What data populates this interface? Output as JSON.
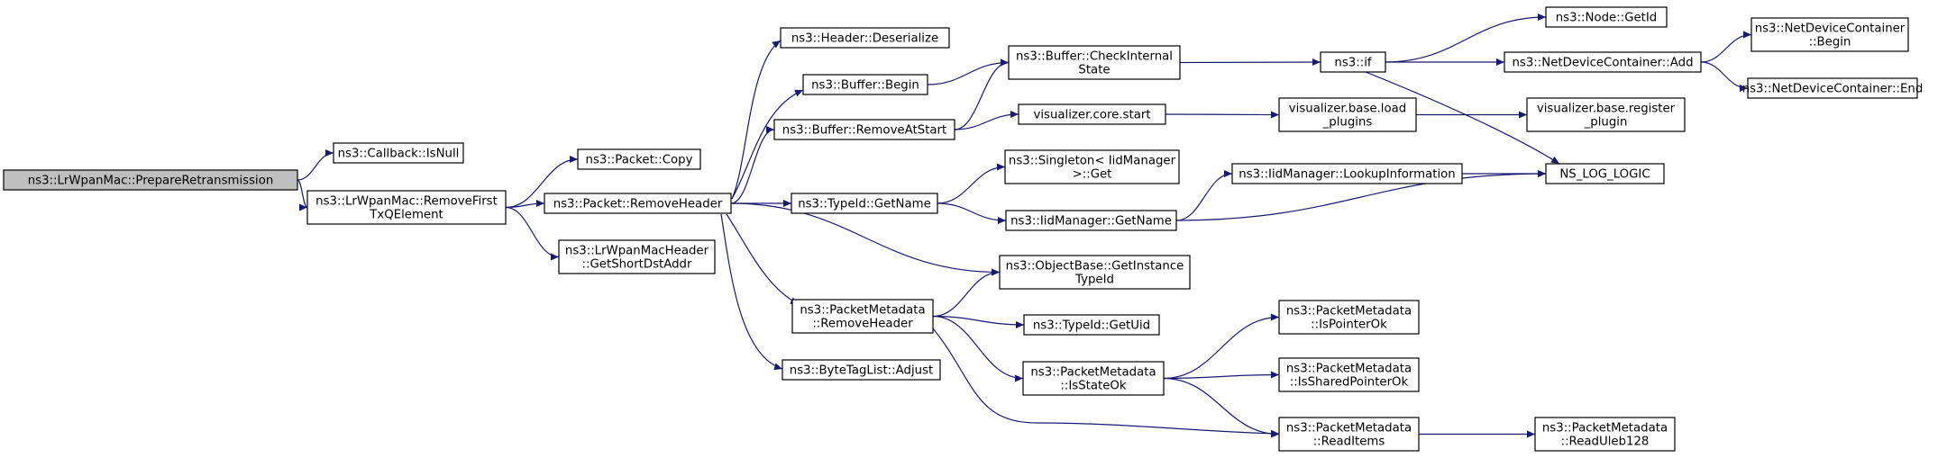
{
  "nodes": [
    {
      "id": "root",
      "lines": [
        "ns3::LrWpanMac::PrepareRetransmission"
      ],
      "root": true
    },
    {
      "id": "isnull",
      "lines": [
        "ns3::Callback::IsNull"
      ]
    },
    {
      "id": "removefirst",
      "lines": [
        "ns3::LrWpanMac::RemoveFirst",
        "TxQElement"
      ]
    },
    {
      "id": "copy",
      "lines": [
        "ns3::Packet::Copy"
      ]
    },
    {
      "id": "pkt_removeheader",
      "lines": [
        "ns3::Packet::RemoveHeader"
      ]
    },
    {
      "id": "getshortdst",
      "lines": [
        "ns3::LrWpanMacHeader",
        "::GetShortDstAddr"
      ]
    },
    {
      "id": "deserialize",
      "lines": [
        "ns3::Header::Deserialize"
      ]
    },
    {
      "id": "buf_begin",
      "lines": [
        "ns3::Buffer::Begin"
      ]
    },
    {
      "id": "removeatstart",
      "lines": [
        "ns3::Buffer::RemoveAtStart"
      ]
    },
    {
      "id": "typeid_getname",
      "lines": [
        "ns3::TypeId::GetName"
      ]
    },
    {
      "id": "pm_removeheader",
      "lines": [
        "ns3::PacketMetadata",
        "::RemoveHeader"
      ]
    },
    {
      "id": "bytetag_adjust",
      "lines": [
        "ns3::ByteTagList::Adjust"
      ]
    },
    {
      "id": "checkinternal",
      "lines": [
        "ns3::Buffer::CheckInternal",
        "State"
      ]
    },
    {
      "id": "vis_core_start",
      "lines": [
        "visualizer.core.start"
      ]
    },
    {
      "id": "singleton_get",
      "lines": [
        "ns3::Singleton< IidManager",
        ">::Get"
      ]
    },
    {
      "id": "iid_getname",
      "lines": [
        "ns3::IidManager::GetName"
      ]
    },
    {
      "id": "getinstancetypeid",
      "lines": [
        "ns3::ObjectBase::GetInstance",
        "TypeId"
      ]
    },
    {
      "id": "getuid",
      "lines": [
        "ns3::TypeId::GetUid"
      ]
    },
    {
      "id": "isstateok",
      "lines": [
        "ns3::PacketMetadata",
        "::IsStateOk"
      ]
    },
    {
      "id": "ns3_if",
      "lines": [
        "ns3::if"
      ]
    },
    {
      "id": "vis_load_plugins",
      "lines": [
        "visualizer.base.load",
        "_plugins"
      ]
    },
    {
      "id": "lookupinfo",
      "lines": [
        "ns3::IidManager::LookupInformation"
      ]
    },
    {
      "id": "ispointerok",
      "lines": [
        "ns3::PacketMetadata",
        "::IsPointerOk"
      ]
    },
    {
      "id": "issharedpointerok",
      "lines": [
        "ns3::PacketMetadata",
        "::IsSharedPointerOk"
      ]
    },
    {
      "id": "readitems",
      "lines": [
        "ns3::PacketMetadata",
        "::ReadItems"
      ]
    },
    {
      "id": "node_getid",
      "lines": [
        "ns3::Node::GetId"
      ]
    },
    {
      "id": "ndc_add",
      "lines": [
        "ns3::NetDeviceContainer::Add"
      ]
    },
    {
      "id": "vis_register_plugin",
      "lines": [
        "visualizer.base.register",
        "_plugin"
      ]
    },
    {
      "id": "ns_log_logic",
      "lines": [
        "NS_LOG_LOGIC"
      ]
    },
    {
      "id": "readuleb128",
      "lines": [
        "ns3::PacketMetadata",
        "::ReadUleb128"
      ]
    },
    {
      "id": "ndc_begin",
      "lines": [
        "ns3::NetDeviceContainer",
        "::Begin"
      ]
    },
    {
      "id": "ndc_end",
      "lines": [
        "ns3::NetDeviceContainer::End"
      ]
    }
  ],
  "edges": [
    [
      "root",
      "isnull"
    ],
    [
      "root",
      "removefirst"
    ],
    [
      "removefirst",
      "copy"
    ],
    [
      "removefirst",
      "pkt_removeheader"
    ],
    [
      "removefirst",
      "getshortdst"
    ],
    [
      "pkt_removeheader",
      "deserialize"
    ],
    [
      "pkt_removeheader",
      "buf_begin"
    ],
    [
      "pkt_removeheader",
      "removeatstart"
    ],
    [
      "pkt_removeheader",
      "typeid_getname"
    ],
    [
      "pkt_removeheader",
      "getinstancetypeid"
    ],
    [
      "pkt_removeheader",
      "pm_removeheader"
    ],
    [
      "pkt_removeheader",
      "bytetag_adjust"
    ],
    [
      "buf_begin",
      "checkinternal"
    ],
    [
      "removeatstart",
      "checkinternal"
    ],
    [
      "removeatstart",
      "vis_core_start"
    ],
    [
      "typeid_getname",
      "singleton_get"
    ],
    [
      "typeid_getname",
      "iid_getname"
    ],
    [
      "pm_removeheader",
      "getinstancetypeid"
    ],
    [
      "pm_removeheader",
      "getuid"
    ],
    [
      "pm_removeheader",
      "isstateok"
    ],
    [
      "pm_removeheader",
      "readitems"
    ],
    [
      "checkinternal",
      "ns3_if"
    ],
    [
      "vis_core_start",
      "vis_load_plugins"
    ],
    [
      "iid_getname",
      "lookupinfo"
    ],
    [
      "iid_getname",
      "ns_log_logic"
    ],
    [
      "isstateok",
      "ispointerok"
    ],
    [
      "isstateok",
      "issharedpointerok"
    ],
    [
      "isstateok",
      "readitems"
    ],
    [
      "ns3_if",
      "node_getid"
    ],
    [
      "ns3_if",
      "ndc_add"
    ],
    [
      "ns3_if",
      "ns_log_logic"
    ],
    [
      "vis_load_plugins",
      "vis_register_plugin"
    ],
    [
      "lookupinfo",
      "ns_log_logic"
    ],
    [
      "readitems",
      "readuleb128"
    ],
    [
      "ndc_add",
      "ndc_begin"
    ],
    [
      "ndc_add",
      "ndc_end"
    ]
  ]
}
